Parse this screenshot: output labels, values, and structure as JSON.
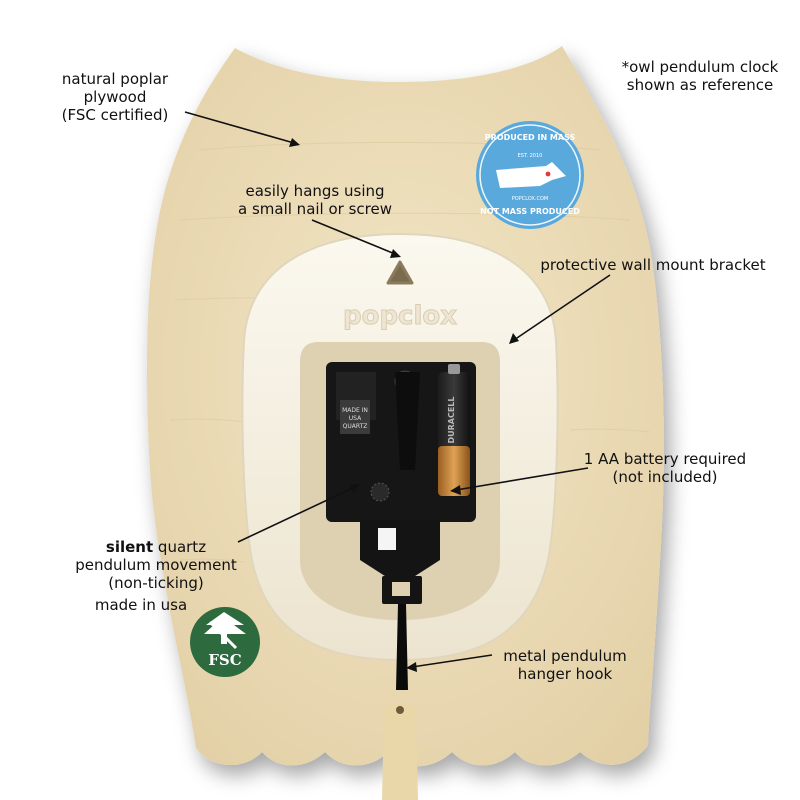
{
  "annotations": {
    "plywood": [
      "natural poplar",
      "plywood",
      "(FSC certified)"
    ],
    "reference": [
      "*owl pendulum clock",
      "shown as reference"
    ],
    "hang": [
      "easily hangs using",
      "a small nail or screw"
    ],
    "bracket": "protective wall mount bracket",
    "battery": [
      "1 AA battery required",
      "(not included)"
    ],
    "movement_bold": "silent",
    "movement_rest": " quartz",
    "movement": [
      "pendulum movement",
      "(non-ticking)"
    ],
    "made_in": "made in usa",
    "hook": [
      "metal pendulum",
      "hanger hook"
    ]
  },
  "brand_embossed": "popclox",
  "badge": {
    "top": "PRODUCED IN MASS",
    "est": "EST. 2010",
    "site": "POPCLOX.COM",
    "bottom": "NOT MASS PRODUCED"
  },
  "fsc_logo": "FSC",
  "movement_sticker": [
    "MADE IN",
    "USA",
    "QUARTZ"
  ],
  "colors": {
    "wood": "#ecdcb7",
    "bracket": "#f6f1e3",
    "badge_blue": "#5aa9dd",
    "fsc_green": "#2d6a3e",
    "battery_copper": "#c8893a"
  }
}
